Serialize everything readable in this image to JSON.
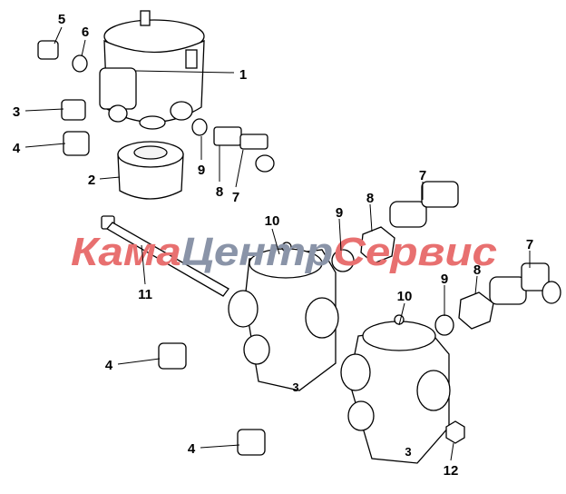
{
  "watermark": {
    "part1": "Кама",
    "part2": "Центр",
    "part3": "Сервис",
    "color_red": "#e87070",
    "color_grey": "#8a94a8"
  },
  "callouts": [
    "5",
    "6",
    "1",
    "3",
    "4",
    "2",
    "9",
    "8",
    "7",
    "7",
    "8",
    "9",
    "10",
    "11",
    "7",
    "8",
    "9",
    "10",
    "4",
    "4",
    "12"
  ],
  "part_marks": [
    "3",
    "3"
  ]
}
